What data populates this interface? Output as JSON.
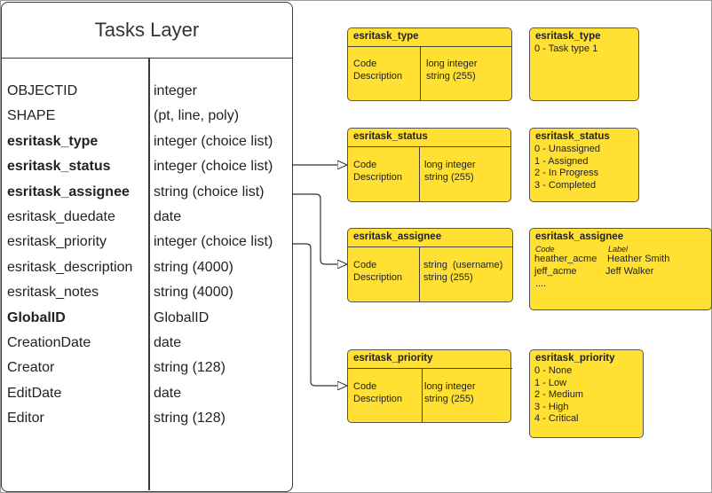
{
  "table": {
    "title": "Tasks Layer",
    "fields": [
      {
        "name": "OBJECTID",
        "type": "integer",
        "bold": false
      },
      {
        "name": "SHAPE",
        "type": "(pt, line, poly)",
        "bold": false
      },
      {
        "name": "esritask_type",
        "type": "integer (choice list)",
        "bold": true
      },
      {
        "name": "esritask_status",
        "type": "integer (choice list)",
        "bold": true
      },
      {
        "name": "esritask_assignee",
        "type": "string (choice list)",
        "bold": true
      },
      {
        "name": "esritask_duedate",
        "type": "date",
        "bold": false
      },
      {
        "name": "esritask_priority",
        "type": "integer (choice list)",
        "bold": false
      },
      {
        "name": "esritask_description",
        "type": "string (4000)",
        "bold": false
      },
      {
        "name": "esritask_notes",
        "type": "string (4000)",
        "bold": false
      },
      {
        "name": "GlobalID",
        "type": "GlobalID",
        "bold": true
      },
      {
        "name": "CreationDate",
        "type": "date",
        "bold": false
      },
      {
        "name": "Creator",
        "type": "string (128)",
        "bold": false
      },
      {
        "name": "EditDate",
        "type": "date",
        "bold": false
      },
      {
        "name": "Editor",
        "type": "string (128)",
        "bold": false
      }
    ]
  },
  "lookups": {
    "type": {
      "title": "esritask_type",
      "labels": "Code\nDescription",
      "values": "long integer\nstring (255)"
    },
    "status": {
      "title": "esritask_status",
      "labels": "Code\nDescription",
      "values": "long integer\nstring (255)"
    },
    "assignee": {
      "title": "esritask_assignee",
      "labels": "Code\nDescription",
      "values": "string  (username)\nstring (255)"
    },
    "priority": {
      "title": "esritask_priority",
      "labels": "Code\nDescription",
      "values": "long integer\nstring (255)"
    }
  },
  "domains": {
    "type": {
      "title": "esritask_type",
      "items": [
        "0 - Task type 1"
      ]
    },
    "status": {
      "title": "esritask_status",
      "items": [
        "0 - Unassigned",
        "1 - Assigned",
        "2 - In Progress",
        "3 - Completed"
      ]
    },
    "assignee": {
      "title": "esritask_assignee",
      "code_header": "Code",
      "label_header": "Label",
      "rows": [
        {
          "code": "heather_acme",
          "label": "Heather Smith"
        },
        {
          "code": "jeff_acme",
          "label": "Jeff Walker"
        }
      ],
      "more": "...."
    },
    "priority": {
      "title": "esritask_priority",
      "items": [
        "0 - None",
        "1 - Low",
        "2 - Medium",
        "3 - High",
        "4 - Critical"
      ]
    }
  }
}
